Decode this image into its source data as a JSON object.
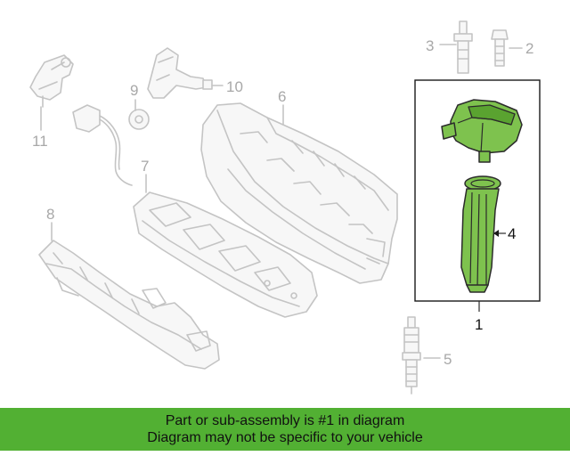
{
  "callouts": {
    "c1": "1",
    "c2": "2",
    "c3": "3",
    "c4": "4",
    "c5": "5",
    "c6": "6",
    "c7": "7",
    "c8": "8",
    "c9": "9",
    "c10": "10",
    "c11": "11"
  },
  "highlighted_part": "1",
  "banner": {
    "line1": "Part or sub-assembly is #1 in diagram",
    "line2": "Diagram may not be specific to your vehicle"
  },
  "colors": {
    "highlight": "#7ec24e",
    "banner": "#52b033",
    "ghost": "#c4c4c4"
  }
}
